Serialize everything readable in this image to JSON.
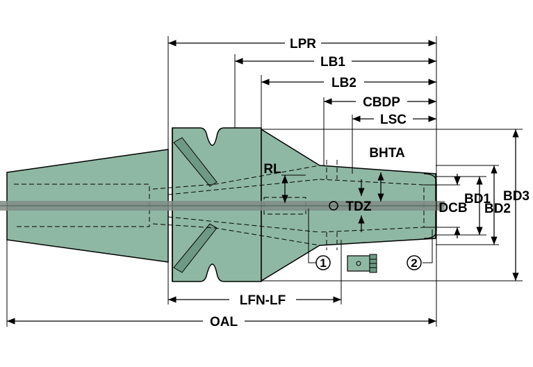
{
  "diagram": {
    "dimensions": {
      "lpr": "LPR",
      "lb1": "LB1",
      "lb2": "LB2",
      "cbdp": "CBDP",
      "lsc": "LSC",
      "bhta": "BHTA",
      "rl": "RL",
      "tdz": "TDZ",
      "bd1": "BD1",
      "dcb": "DCB",
      "bd2": "BD2",
      "bd3": "BD3",
      "lfn_lf": "LFN-LF",
      "oal": "OAL"
    },
    "callouts": {
      "one": "1",
      "two": "2"
    },
    "colors": {
      "body": "#8fb8a4",
      "body_dark": "#6e9985",
      "bore": "#7a9e8d",
      "axis": "#7f8c86",
      "line": "#000000"
    }
  }
}
